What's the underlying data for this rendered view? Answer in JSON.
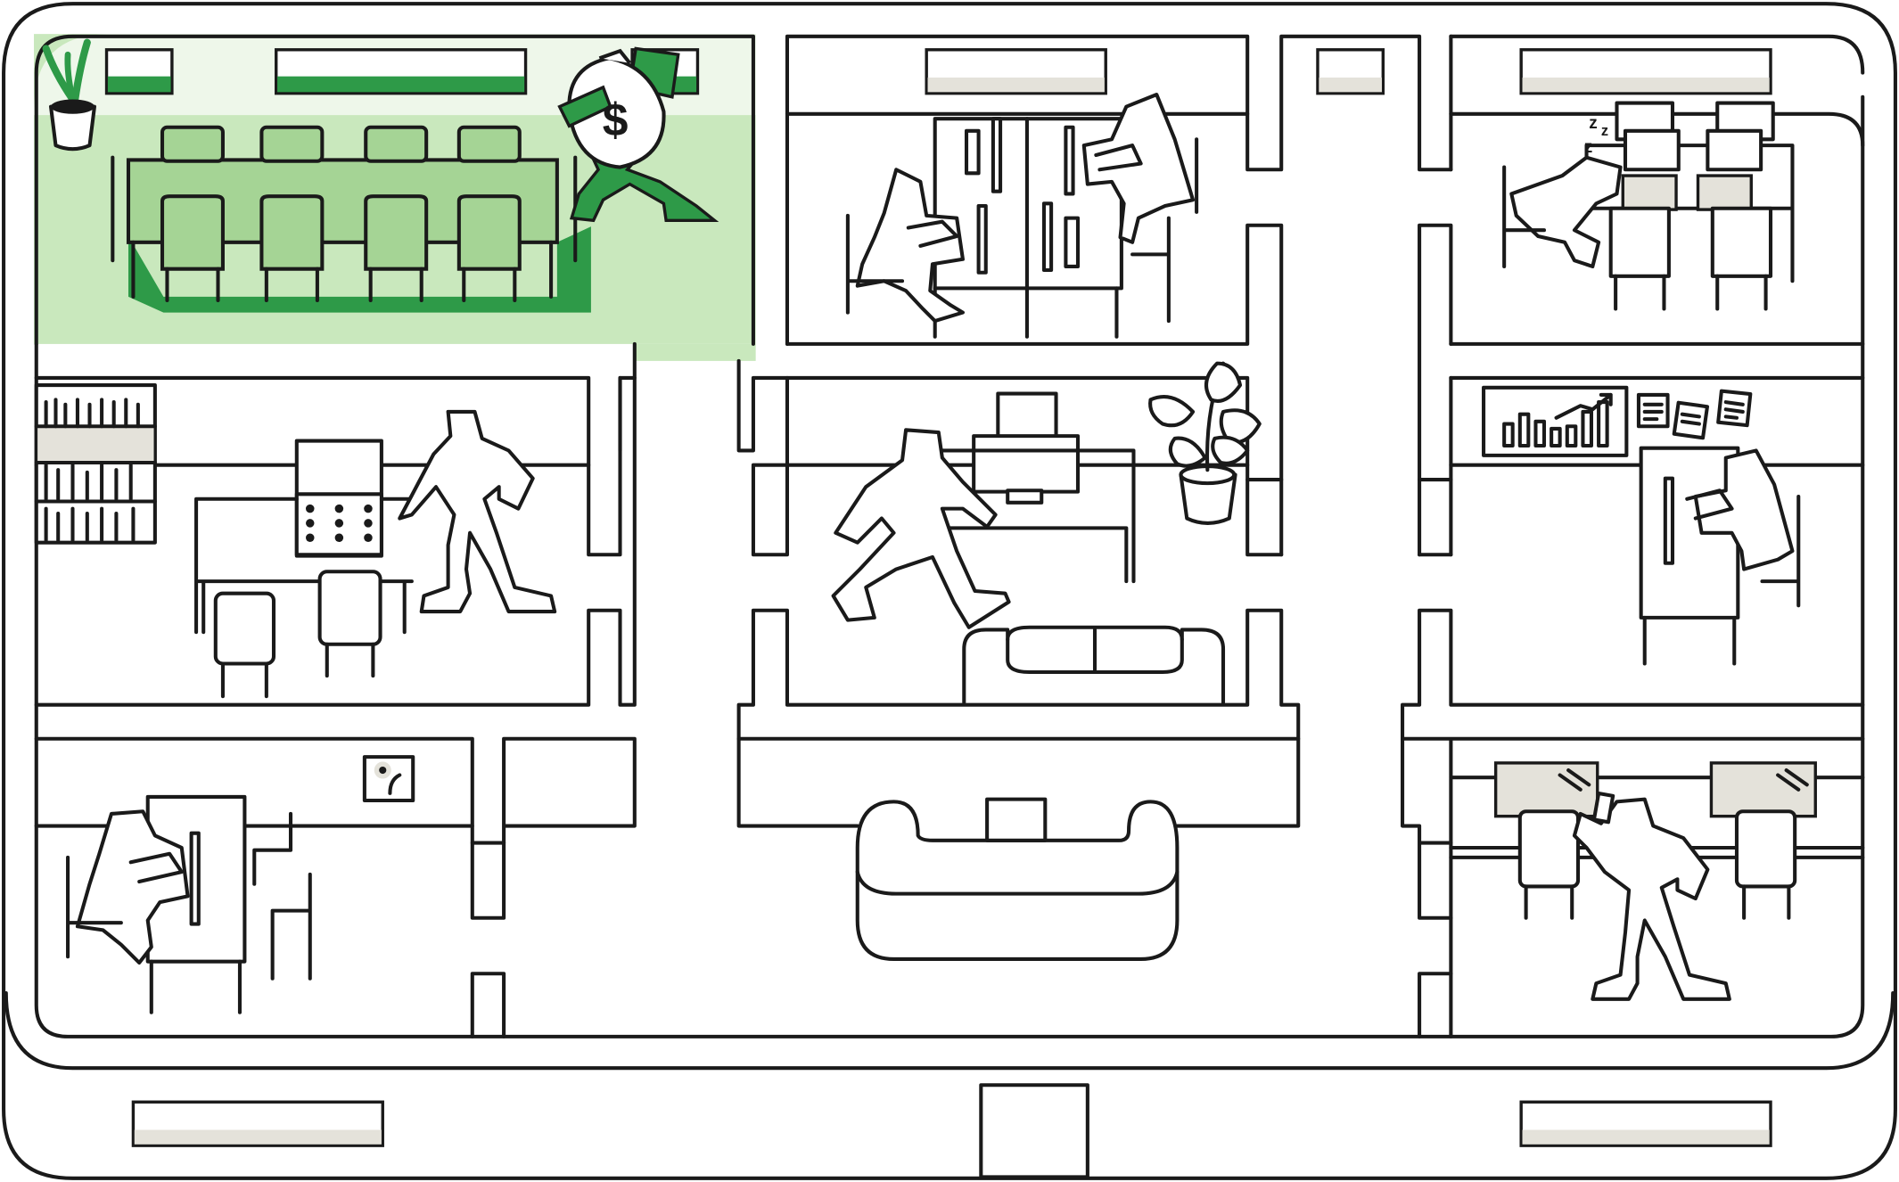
{
  "illustration": {
    "kind": "office floor plan line illustration",
    "palette": {
      "line": "#1a1a1a",
      "background": "#ffffff",
      "highlight_green": "#c9e8bd",
      "table_green": "#a5d495",
      "accent_green": "#2e9a48",
      "panel_grey": "#e4e2da"
    },
    "rooms": [
      {
        "id": "conference-room",
        "highlighted": true,
        "contents": [
          "plant",
          "conference-table",
          "chairs",
          "thief-with-money-bag"
        ]
      },
      {
        "id": "center-top-office",
        "highlighted": false,
        "contents": [
          "two-people-at-filing-cabinets"
        ]
      },
      {
        "id": "top-right-office",
        "highlighted": false,
        "contents": [
          "sleeping-worker",
          "desks",
          "monitors"
        ]
      },
      {
        "id": "left-middle-office",
        "highlighted": false,
        "contents": [
          "bookshelf",
          "safe",
          "walking-person",
          "chairs"
        ]
      },
      {
        "id": "center-lounge",
        "highlighted": false,
        "contents": [
          "desk-with-monitor",
          "plant",
          "sofa",
          "running-person"
        ]
      },
      {
        "id": "right-middle-office",
        "highlighted": false,
        "contents": [
          "chart-board",
          "notes",
          "person-at-cabinet"
        ]
      },
      {
        "id": "bottom-left-office",
        "highlighted": false,
        "contents": [
          "person-at-cabinet",
          "chairs",
          "picture-frame"
        ]
      },
      {
        "id": "reception",
        "highlighted": false,
        "contents": [
          "sofa"
        ]
      },
      {
        "id": "bottom-right-office",
        "highlighted": false,
        "contents": [
          "person-with-phone",
          "desks",
          "windows"
        ]
      }
    ],
    "money_symbol": "$",
    "sleep_symbol": "z"
  }
}
